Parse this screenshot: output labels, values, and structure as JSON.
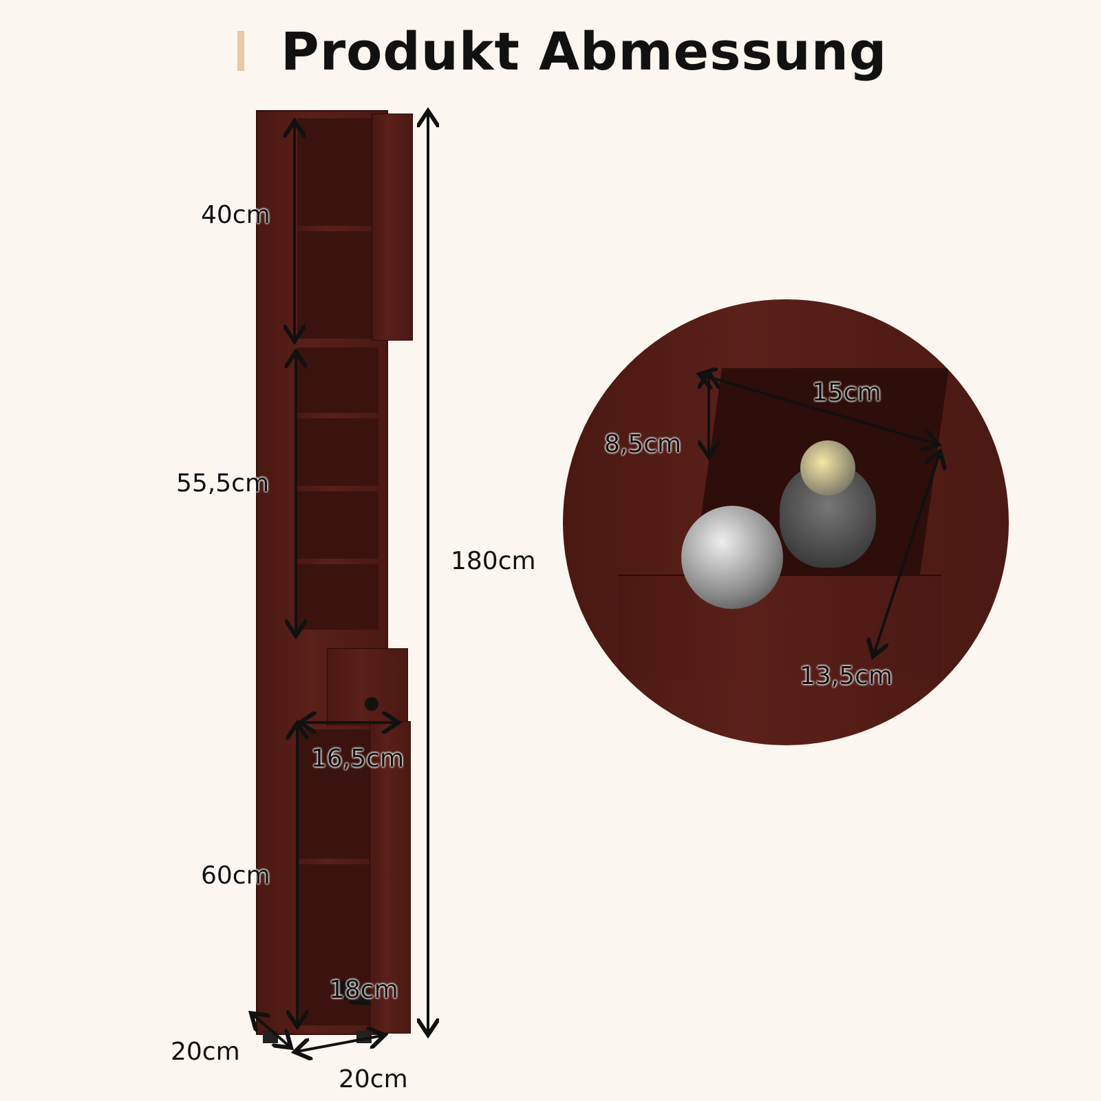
{
  "title": "Produkt Abmessung",
  "colors": {
    "background": "#fbf6ef",
    "accent": "#e6c9a5",
    "wood": "#4f1c15"
  },
  "dimensions": {
    "top_section": "40cm",
    "middle_section": "55,5cm",
    "total_height": "180cm",
    "bottom_section": "60cm",
    "drawer_width": "16,5cm",
    "inner_depth": "18cm",
    "depth": "20cm",
    "width": "20cm"
  },
  "detail": {
    "drawer_length": "15cm",
    "drawer_height": "8,5cm",
    "drawer_depth": "13,5cm"
  }
}
